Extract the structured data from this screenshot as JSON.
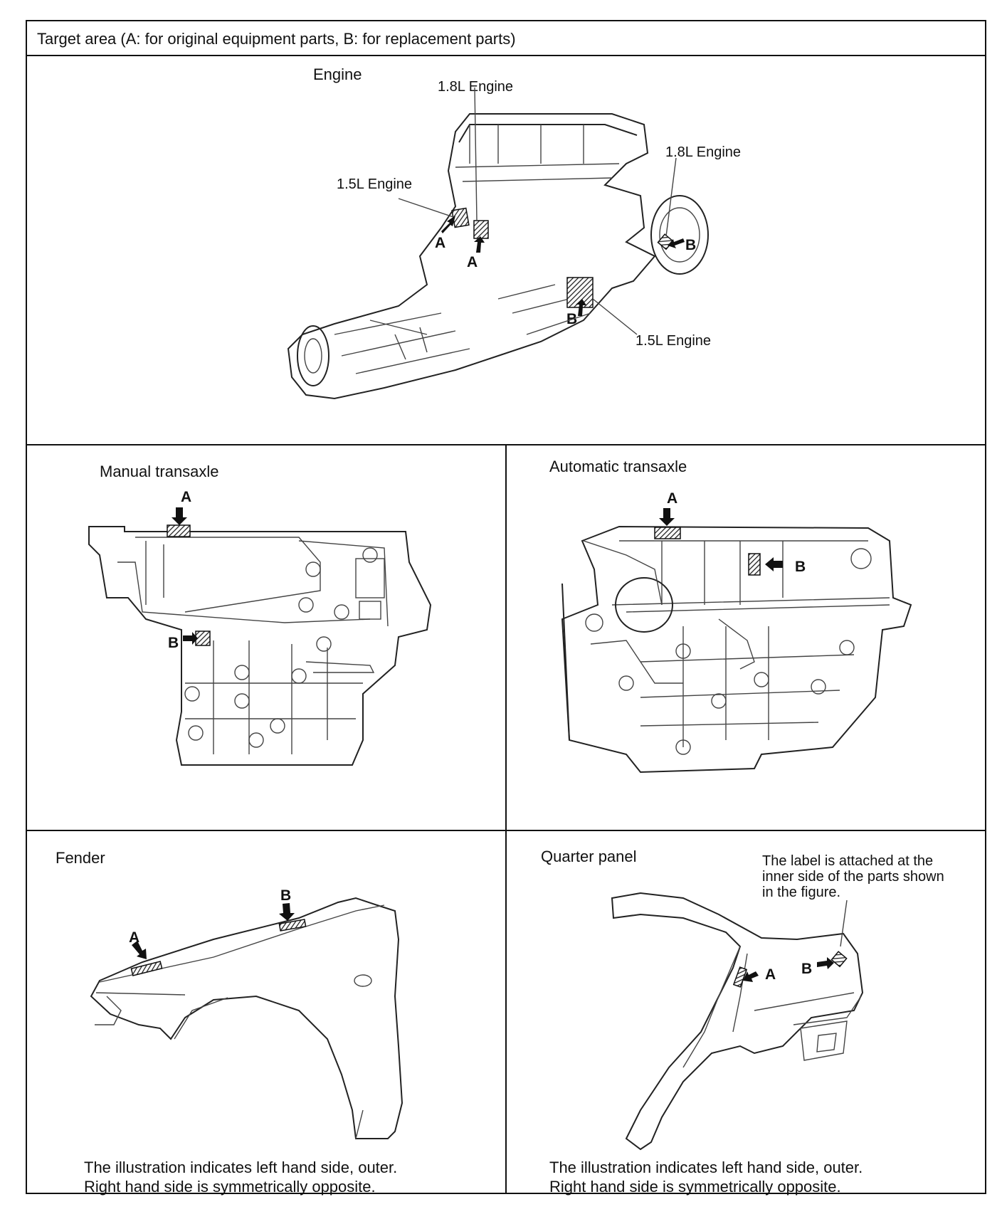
{
  "header": {
    "title": "Target area (A: for original equipment parts, B: for replacement parts)"
  },
  "engine": {
    "title": "Engine",
    "callouts": {
      "l18_top": "1.8L Engine",
      "l18_right": "1.8L Engine",
      "l15_left": "1.5L Engine",
      "l15_bottom": "1.5L Engine"
    },
    "markers": {
      "a": "A",
      "b": "B"
    }
  },
  "manual": {
    "title": "Manual transaxle",
    "markers": {
      "a": "A",
      "b": "B"
    }
  },
  "automatic": {
    "title": "Automatic transaxle",
    "markers": {
      "a": "A",
      "b": "B"
    }
  },
  "fender": {
    "title": "Fender",
    "markers": {
      "a": "A",
      "b": "B"
    },
    "note": {
      "line1": "The illustration indicates left hand side, outer.",
      "line2": "Right hand side is symmetrically opposite."
    }
  },
  "quarter": {
    "title": "Quarter panel",
    "inner_note": {
      "line1": "The label is attached at the",
      "line2": "inner side of the parts shown",
      "line3": "in the figure."
    },
    "markers": {
      "a": "A",
      "b": "B"
    },
    "note": {
      "line1": "The illustration indicates left hand side, outer.",
      "line2": "Right hand side is symmetrically opposite."
    }
  }
}
